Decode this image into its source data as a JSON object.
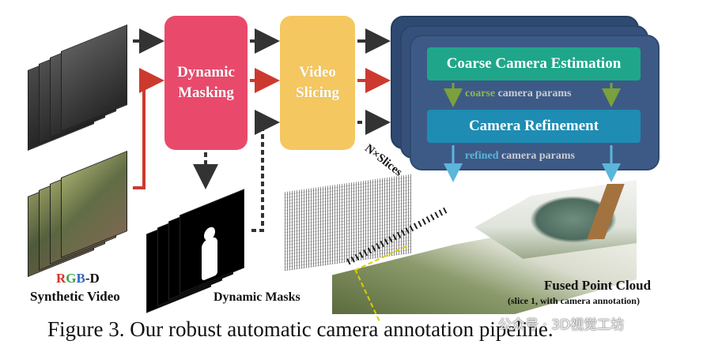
{
  "rgbd_label": {
    "r": "R",
    "g": "G",
    "b": "B",
    "rest": "-D"
  },
  "synthetic_video_label": "Synthetic Video",
  "dynamic_masking_label": "Dynamic Masking",
  "video_slicing_label": "Video Slicing",
  "coarse_camera_estimation_label": "Coarse Camera Estimation",
  "coarse_params": {
    "highlight": "coarse",
    "rest": " camera params"
  },
  "camera_refinement_label": "Camera Refinement",
  "refined_params": {
    "highlight": "refined",
    "rest": " camera params"
  },
  "n_slices_label": "N×Slices",
  "dynamic_masks_label": "Dynamic Masks",
  "fused_point_cloud_label": "Fused Point Cloud",
  "fused_point_cloud_sub": "(slice 1, with camera annotation)",
  "caption": "Figure 3. Our robust automatic camera annotation pipeline.",
  "watermark": "公众号 · 3D视觉工坊",
  "colors": {
    "dynamic_masking": "#e94a6c",
    "video_slicing": "#f5c760",
    "coarse_box": "#1fa68a",
    "refine_box": "#1e8cb3",
    "stack_card": "#3d5a86",
    "red_arrow": "#cc3a2f",
    "green_arrow": "#7aa13b",
    "blue_arrow": "#5bb6dc",
    "rgb_r": "#d6322b",
    "rgb_g": "#3aa34a",
    "rgb_b": "#3566c4"
  }
}
